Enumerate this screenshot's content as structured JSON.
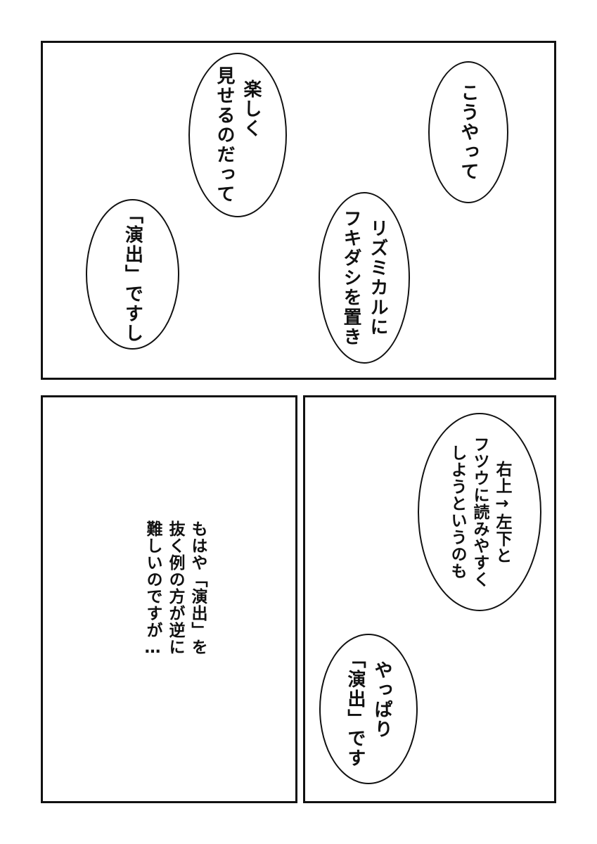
{
  "panels": [
    {
      "bubbles": [
        {
          "lines": [
            "こうやって"
          ]
        },
        {
          "lines": [
            "楽しく",
            "見せるのだって"
          ]
        },
        {
          "lines": [
            "リズミカルに",
            "フキダシを置き"
          ]
        },
        {
          "lines": [
            "「演出」ですし"
          ]
        }
      ]
    },
    {
      "narration": {
        "lines": [
          "もはや「演出」を",
          "抜く例の方が逆に",
          "難しいのですが…"
        ]
      }
    },
    {
      "bubbles": [
        {
          "lines": [
            "右上→左下と",
            "フツウに読みやすく",
            "しようというのも"
          ]
        },
        {
          "lines": [
            "やっぱり",
            "「演出」です"
          ]
        }
      ]
    }
  ]
}
